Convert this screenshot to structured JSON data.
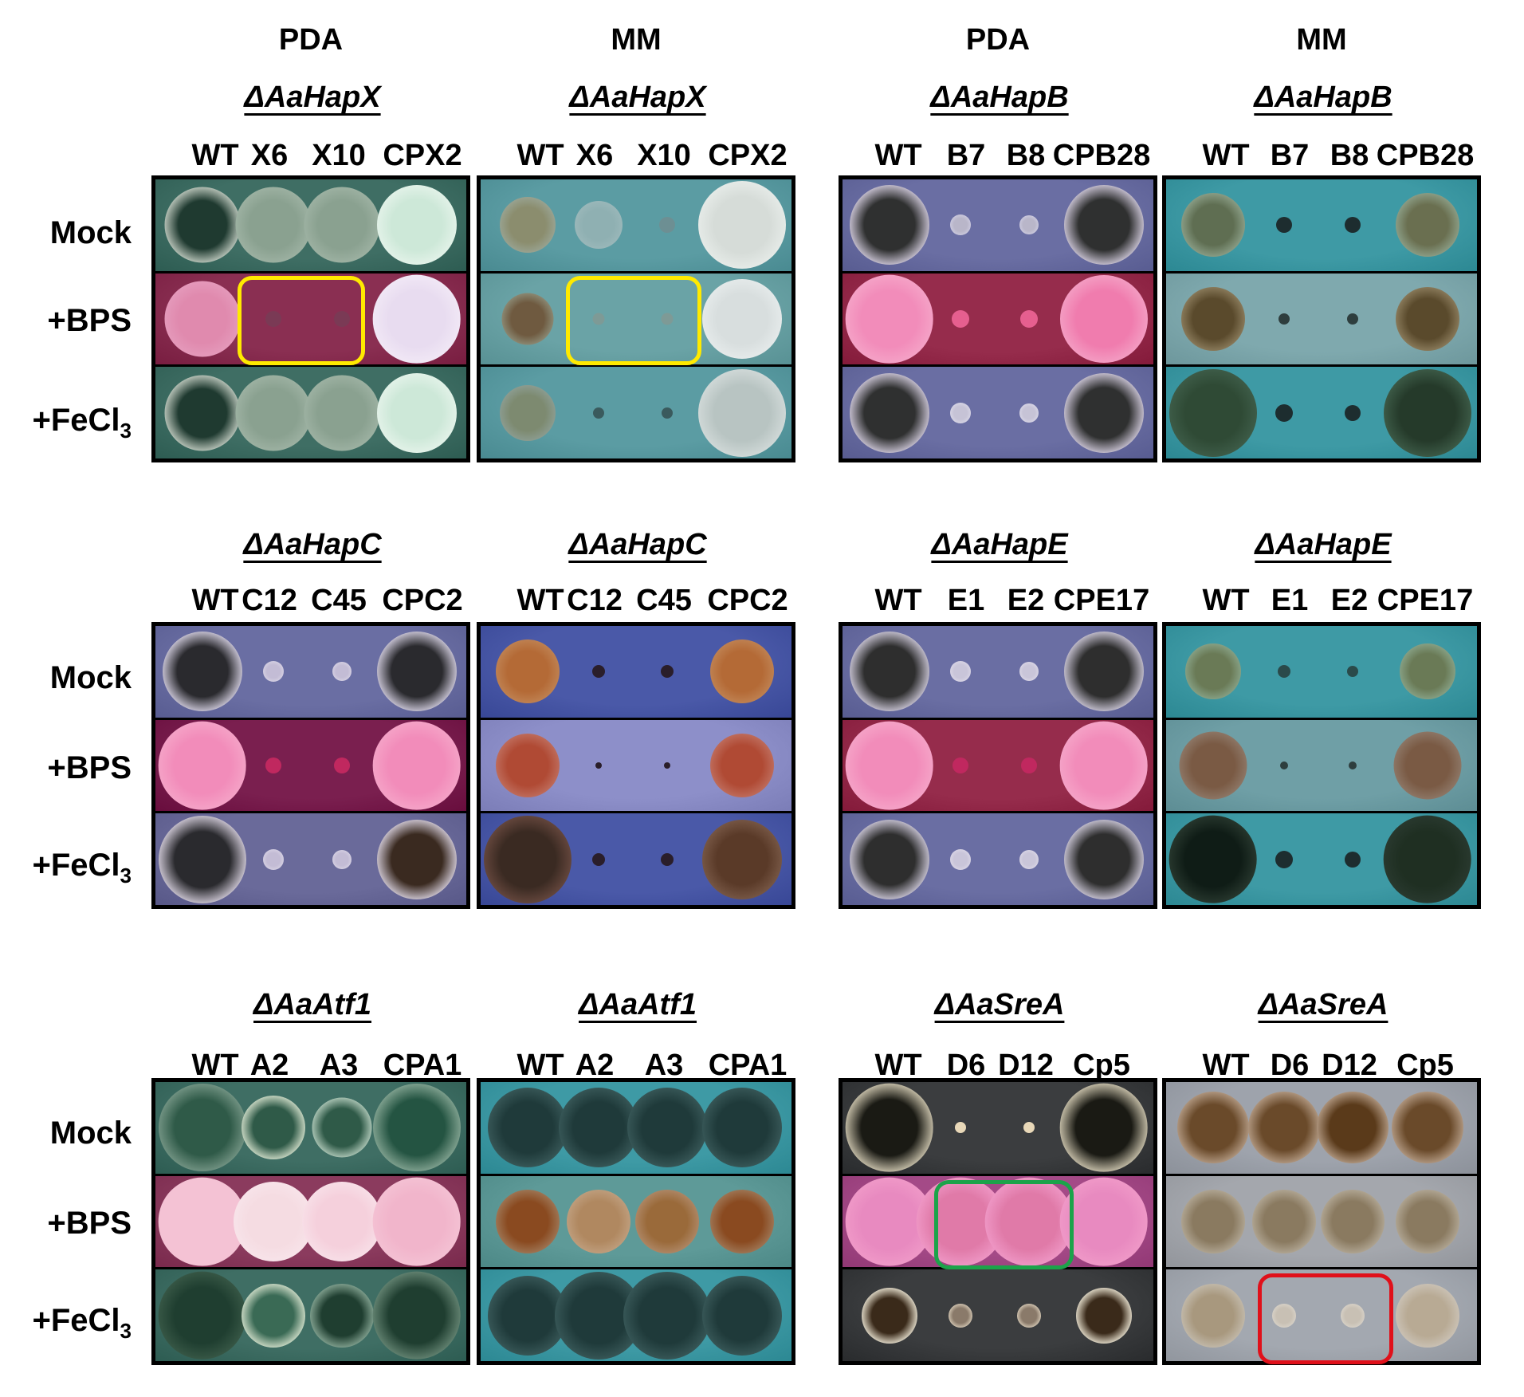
{
  "rows": [
    "Mock",
    "+BPS",
    "+FeCl3"
  ],
  "colors": {
    "pda_mock": "#3f6e64",
    "pda_bps": "#8a2f52",
    "pda_fe": "#3f6e64",
    "mm_cyan": "#5b9ca3",
    "mm_teal": "#3e9aa5",
    "pda_purple": "#6a6ea3",
    "pda_red": "#962c4c",
    "mm_blue": "#4a59a8",
    "mm_lavender": "#8d8fc9",
    "sre_pda_dark": "#3b3d3f",
    "sre_pda_pink": "#a44a87",
    "sre_mm_grey": "#9ea3ac",
    "highlight_yellow": "#ffea00",
    "highlight_green": "#1ca34a",
    "highlight_red": "#e0101a"
  },
  "panels": [
    {
      "medium": "PDA",
      "gene": "ΔAaHapX",
      "strains": [
        "WT",
        "X6",
        "X10",
        "CPX2"
      ]
    },
    {
      "medium": "MM",
      "gene": "ΔAaHapX",
      "strains": [
        "WT",
        "X6",
        "X10",
        "CPX2"
      ]
    },
    {
      "medium": "PDA",
      "gene": "ΔAaHapB",
      "strains": [
        "WT",
        "B7",
        "B8",
        "CPB28"
      ]
    },
    {
      "medium": "MM",
      "gene": "ΔAaHapB",
      "strains": [
        "WT",
        "B7",
        "B8",
        "CPB28"
      ]
    },
    {
      "medium": "",
      "gene": "ΔAaHapC",
      "strains": [
        "WT",
        "C12",
        "C45",
        "CPC2"
      ]
    },
    {
      "medium": "",
      "gene": "ΔAaHapC",
      "strains": [
        "WT",
        "C12",
        "C45",
        "CPC2"
      ]
    },
    {
      "medium": "",
      "gene": "ΔAaHapE",
      "strains": [
        "WT",
        "E1",
        "E2",
        "CPE17"
      ]
    },
    {
      "medium": "",
      "gene": "ΔAaHapE",
      "strains": [
        "WT",
        "E1",
        "E2",
        "CPE17"
      ]
    },
    {
      "medium": "",
      "gene": "ΔAaAtf1",
      "strains": [
        "WT",
        "A2",
        "A3",
        "CPA1"
      ]
    },
    {
      "medium": "",
      "gene": "ΔAaAtf1",
      "strains": [
        "WT",
        "A2",
        "A3",
        "CPA1"
      ]
    },
    {
      "medium": "",
      "gene": "ΔAaSreA",
      "strains": [
        "WT",
        "D6",
        "D12",
        "Cp5"
      ]
    },
    {
      "medium": "",
      "gene": "ΔAaSreA",
      "strains": [
        "WT",
        "D6",
        "D12",
        "Cp5"
      ]
    }
  ]
}
